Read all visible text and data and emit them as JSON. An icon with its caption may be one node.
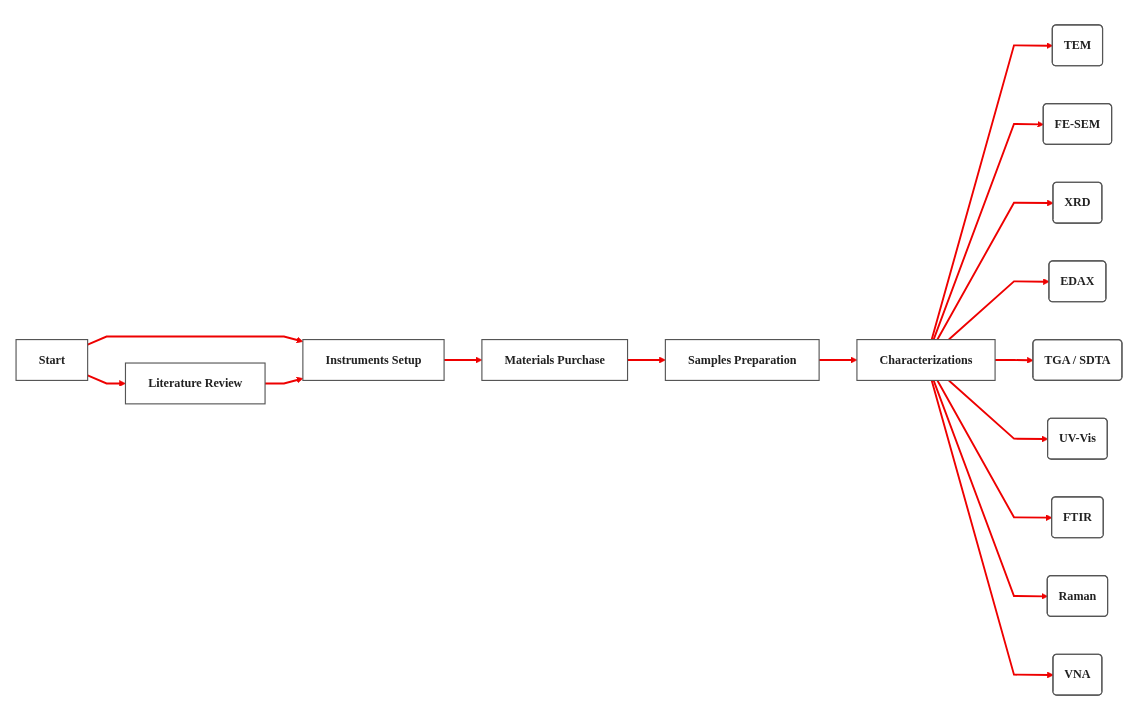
{
  "diagram": {
    "nodes": [
      {
        "text": [
          "Start"
        ]
      },
      {
        "text": [
          "Literature Review"
        ]
      },
      {
        "text": [
          "Instruments Setup"
        ]
      },
      {
        "text": [
          "Materials Purchase"
        ]
      },
      {
        "text": [
          "Samples Preparation"
        ]
      },
      {
        "text": [
          "Characterizations"
        ]
      },
      {
        "text": [
          "TEM"
        ]
      },
      {
        "text": [
          "FE-SEM"
        ]
      },
      {
        "text": [
          "XRD"
        ]
      },
      {
        "text": [
          "EDAX"
        ]
      },
      {
        "text": [
          "TGA / SDTA"
        ]
      },
      {
        "text": [
          "UV-Vis"
        ]
      },
      {
        "text": [
          "FTIR"
        ]
      },
      {
        "text": [
          "Raman"
        ]
      },
      {
        "text": [
          "VNA"
        ]
      }
    ],
    "edges": [
      {
        "from": 0,
        "to": 1,
        "arrow": "to"
      },
      {
        "from": 0,
        "to": 2,
        "arrow": "to"
      },
      {
        "from": 1,
        "to": 2,
        "arrow": "to"
      },
      {
        "from": 2,
        "to": 3,
        "arrow": "to"
      },
      {
        "from": 3,
        "to": 4,
        "arrow": "to"
      },
      {
        "from": 4,
        "to": 5,
        "arrow": "to"
      },
      {
        "from": 5,
        "to": 6,
        "arrow": "to"
      },
      {
        "from": 5,
        "to": 7,
        "arrow": "to"
      },
      {
        "from": 5,
        "to": 8,
        "arrow": "to"
      },
      {
        "from": 5,
        "to": 9,
        "arrow": "to"
      },
      {
        "from": 5,
        "to": 10,
        "arrow": "to"
      },
      {
        "from": 5,
        "to": 11,
        "arrow": "to"
      },
      {
        "from": 5,
        "to": 12,
        "arrow": "to"
      },
      {
        "from": 5,
        "to": 13,
        "arrow": "to"
      },
      {
        "from": 5,
        "to": 14,
        "arrow": "to"
      }
    ]
  }
}
